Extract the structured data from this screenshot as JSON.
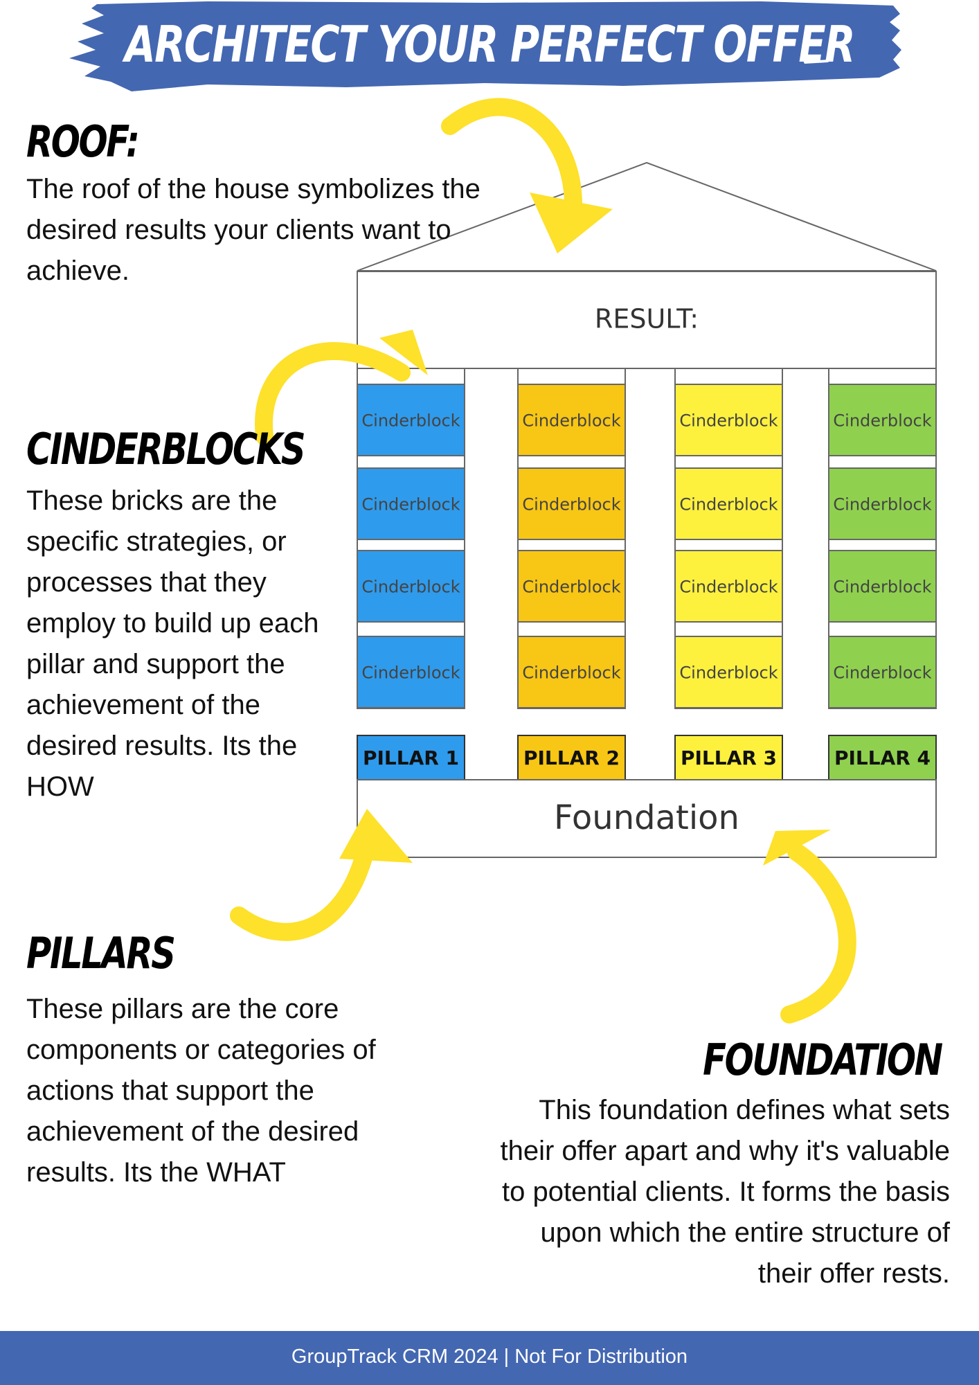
{
  "title": "ARCHITECT YOUR PERFECT OFFER",
  "sections": {
    "roof": {
      "heading": "ROOF:",
      "body": "The roof of the house symbolizes the desired results your clients want to achieve."
    },
    "cinderblocks": {
      "heading": "CINDERBLOCKS",
      "body": "These bricks are the specific strategies, or processes that they employ to build up each pillar and support the achievement of the desired results. Its the HOW"
    },
    "pillars": {
      "heading": "PILLARS",
      "body": "These pillars are the core components or categories of actions that support the achievement of the desired results. Its the WHAT"
    },
    "foundation": {
      "heading": "FOUNDATION",
      "body": "This foundation defines what sets their offer apart and why it's valuable to potential clients. It forms the basis upon which the entire structure of their offer rests."
    }
  },
  "house": {
    "result_label": "RESULT:",
    "foundation_label": "Foundation",
    "block_label": "Cinderblock",
    "pillars": [
      {
        "label": "PILLAR 1",
        "color": "#2f9bec",
        "blocks": [
          "Cinderblock",
          "Cinderblock",
          "Cinderblock",
          "Cinderblock"
        ]
      },
      {
        "label": "PILLAR 2",
        "color": "#f8c614",
        "blocks": [
          "Cinderblock",
          "Cinderblock",
          "Cinderblock",
          "Cinderblock"
        ]
      },
      {
        "label": "PILLAR 3",
        "color": "#fdf13e",
        "blocks": [
          "Cinderblock",
          "Cinderblock",
          "Cinderblock",
          "Cinderblock"
        ]
      },
      {
        "label": "PILLAR 4",
        "color": "#8fd14f",
        "blocks": [
          "Cinderblock",
          "Cinderblock",
          "Cinderblock",
          "Cinderblock"
        ]
      }
    ]
  },
  "colors": {
    "banner": "#4467b1",
    "arrow": "#fde12b",
    "outline": "#666666"
  },
  "footer": "GroupTrack CRM 2024 | Not For Distribution"
}
